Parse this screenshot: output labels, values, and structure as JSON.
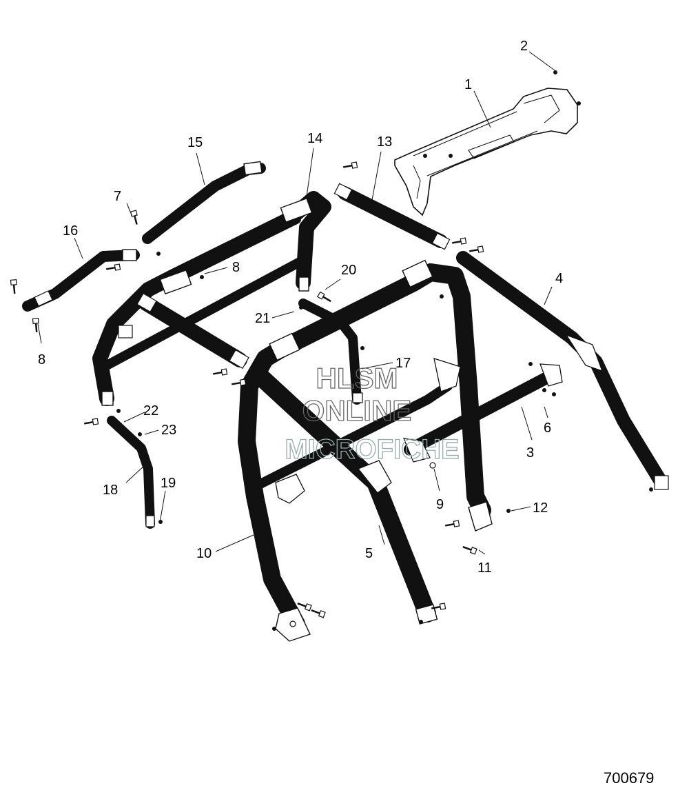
{
  "watermark": {
    "line1": "HLSM",
    "line2": "ONLINE",
    "line3": "MICROFICHE"
  },
  "document_number": "700679",
  "callouts": [
    "1",
    "2",
    "3",
    "4",
    "5",
    "6",
    "7",
    "8",
    "8",
    "9",
    "10",
    "11",
    "12",
    "13",
    "14",
    "15",
    "16",
    "17",
    "18",
    "19",
    "20",
    "21",
    "22",
    "23"
  ]
}
